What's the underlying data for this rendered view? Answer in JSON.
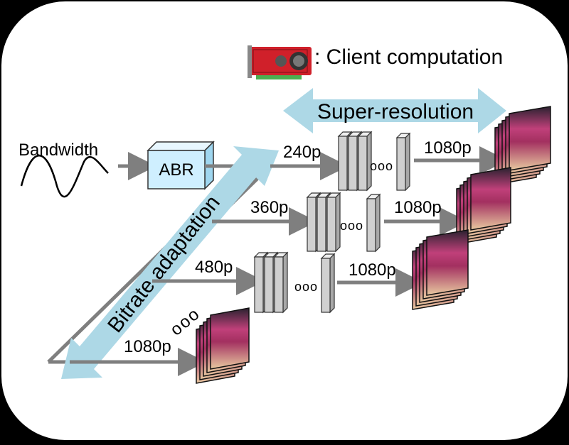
{
  "legend": {
    "text": ": Client computation",
    "icon": "gpu-card-icon"
  },
  "bandwidth_label": "Bandwidth",
  "abr_label": "ABR",
  "super_resolution_label": "Super-resolution",
  "bitrate_adaptation_label": "Bitrate adaptation",
  "resolutions": [
    "240p",
    "360p",
    "480p",
    "1080p"
  ],
  "output_label": "1080p",
  "ellipsis": "ooo",
  "colors": {
    "background": "#ffffff",
    "abr_box": "#cfefff",
    "big_arrow": "#add8e6",
    "line": "#7f7f7f",
    "block": "#d0d0d0",
    "gpu_red": "#d0202a",
    "frame_pink": "#c0407a"
  }
}
